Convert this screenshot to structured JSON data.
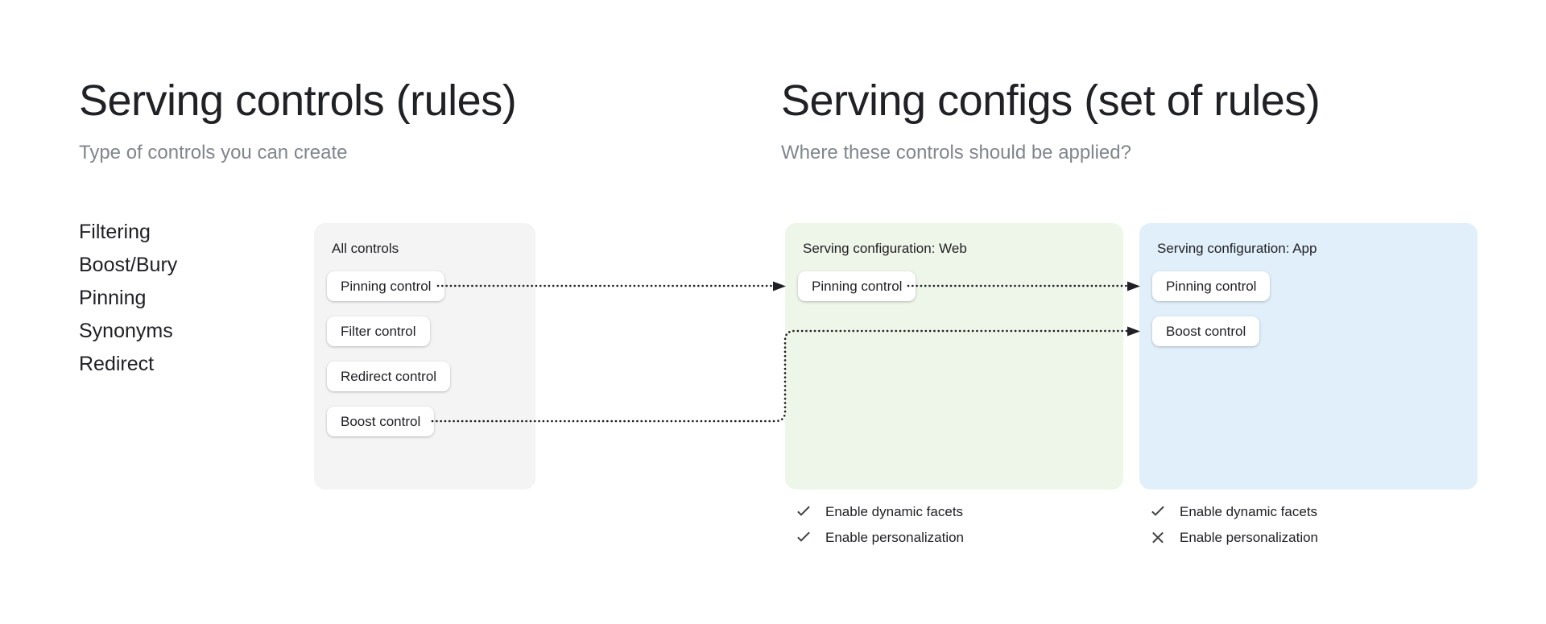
{
  "left": {
    "title": "Serving controls (rules)",
    "subtitle": "Type of controls you can create",
    "control_types": [
      {
        "label": "Filtering"
      },
      {
        "label": "Boost/Bury"
      },
      {
        "label": "Pinning"
      },
      {
        "label": "Synonyms"
      },
      {
        "label": "Redirect"
      }
    ],
    "panel": {
      "title": "All controls",
      "background_color": "#f4f4f4",
      "chips": [
        {
          "label": "Pinning control"
        },
        {
          "label": "Filter control"
        },
        {
          "label": "Redirect control"
        },
        {
          "label": "Boost control"
        }
      ]
    }
  },
  "right": {
    "title": "Serving configs (set of rules)",
    "subtitle": "Where these controls should be applied?",
    "configs": [
      {
        "panel_title": "Serving configuration: Web",
        "background_color": "#eef5e9",
        "chips": [
          {
            "label": "Pinning control"
          }
        ],
        "options": [
          {
            "label": "Enable dynamic facets",
            "state": "check"
          },
          {
            "label": "Enable personalization",
            "state": "check"
          }
        ]
      },
      {
        "panel_title": "Serving configuration: App",
        "background_color": "#e1effa",
        "chips": [
          {
            "label": "Pinning control"
          },
          {
            "label": "Boost control"
          }
        ],
        "options": [
          {
            "label": "Enable dynamic facets",
            "state": "check"
          },
          {
            "label": "Enable personalization",
            "state": "cross"
          }
        ]
      }
    ]
  },
  "connectors": {
    "line_color": "#202124",
    "style": "dotted-with-arrowhead",
    "flows": [
      {
        "from": "all-controls.pinning-control",
        "to": "serving-config-web.pinning-control"
      },
      {
        "from": "serving-config-web.pinning-control",
        "to": "serving-config-app.pinning-control"
      },
      {
        "from": "all-controls.boost-control",
        "to": "serving-config-app.boost-control"
      }
    ]
  }
}
